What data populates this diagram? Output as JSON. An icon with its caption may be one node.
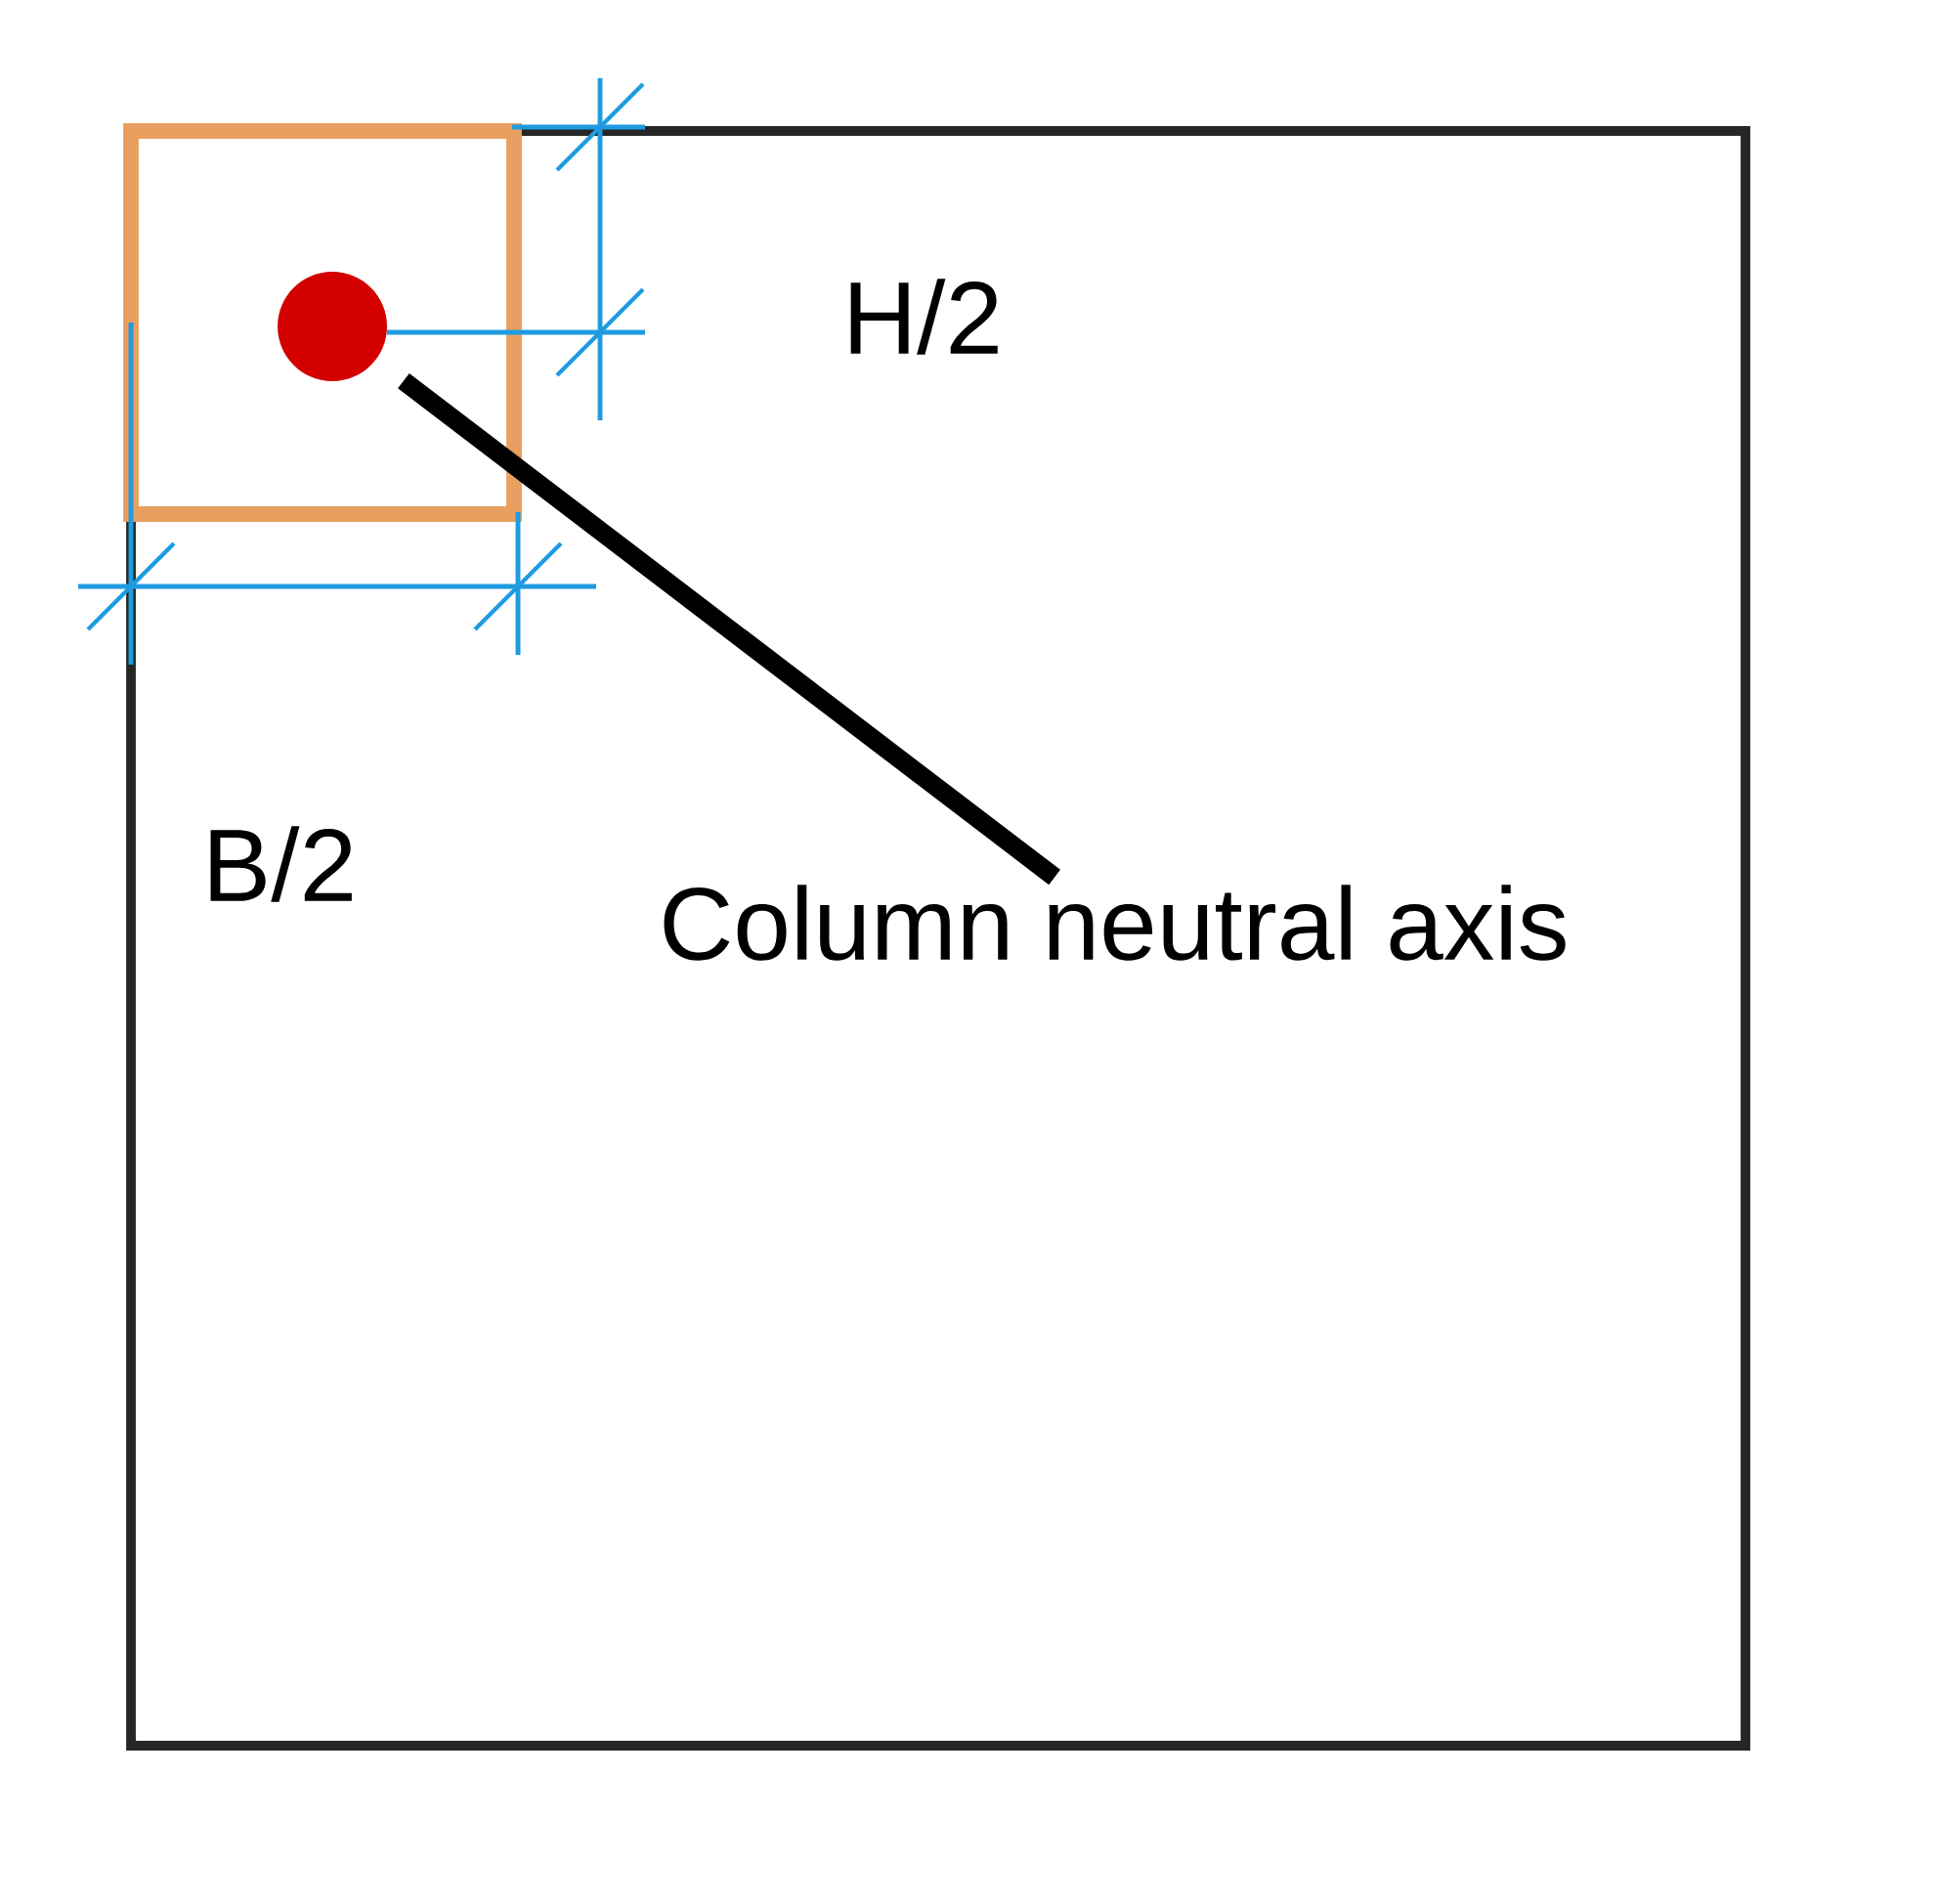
{
  "diagram": {
    "nodes": [
      {
        "text": [
          "Column neutral axis"
        ]
      },
      {
        "text": [],
        "shape": "circle"
      }
    ],
    "edges": [
      {
        "from": 0,
        "to": 1,
        "arrow": "none"
      }
    ],
    "labels": [
      "H/2",
      "B/2"
    ]
  }
}
